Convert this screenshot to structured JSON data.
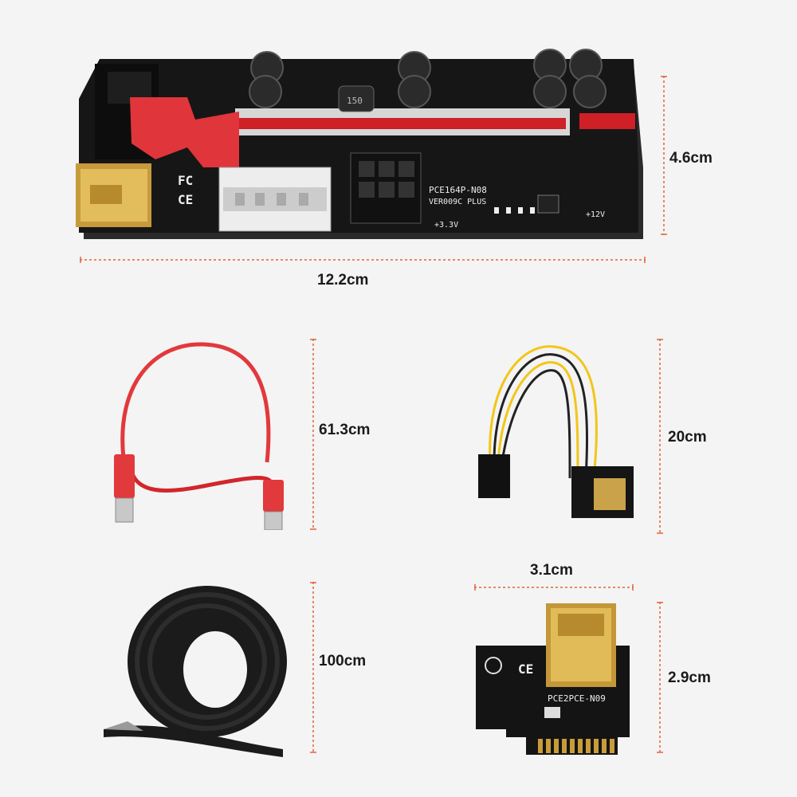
{
  "colors": {
    "background": "#f4f4f4",
    "dimension_line": "#e0653a",
    "pcb_black": "#161616",
    "slot_red": "#d4202a",
    "gold": "#d9b04a",
    "usb_cable": "#e2393c",
    "velcro": "#1b1b1b"
  },
  "board": {
    "width_label": "12.2cm",
    "height_label": "4.6cm",
    "silkscreen_model": "PCE164P-N08",
    "silkscreen_version": "VER009C PLUS",
    "inductor_marking": "150",
    "voltage_3v3": "+3.3V",
    "voltage_12v": "+12V",
    "fcc_mark": "FC",
    "ce_mark": "CE"
  },
  "usb_cable": {
    "length_label": "61.3cm"
  },
  "power_cable": {
    "length_label": "20cm"
  },
  "velcro_strap": {
    "length_label": "100cm"
  },
  "adapter": {
    "width_label": "3.1cm",
    "height_label": "2.9cm",
    "silkscreen_model": "PCE2PCE-N09",
    "ce_mark": "CE"
  }
}
